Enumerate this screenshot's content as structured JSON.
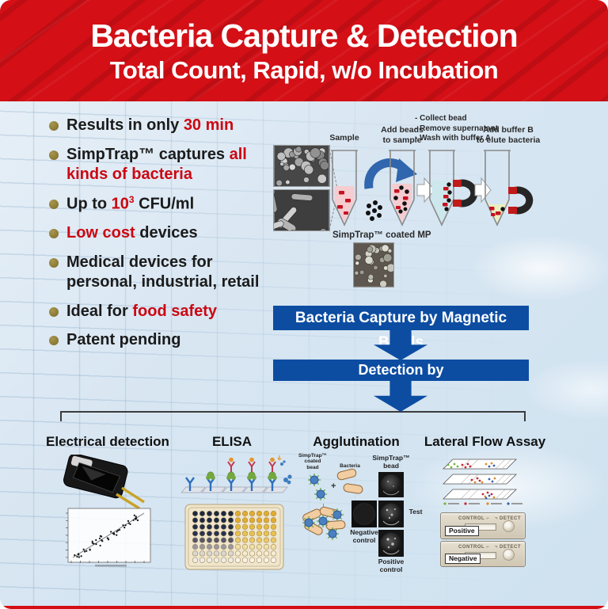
{
  "header": {
    "title": "Bacteria Capture & Detection",
    "subtitle": "Total Count, Rapid, w/o Incubation"
  },
  "bullets": {
    "b1": {
      "a": "Results in only ",
      "b": "30 min"
    },
    "b2": {
      "a": "SimpTrap™ captures ",
      "b": "all kinds of bacteria"
    },
    "b3": {
      "a": "Up to ",
      "b": "10",
      "c": "3",
      "d": " CFU/ml"
    },
    "b4": {
      "a": "Low cost",
      "b": " devices"
    },
    "b5": {
      "a": "Medical devices for personal, industrial, retail"
    },
    "b6": {
      "a": "Ideal for ",
      "b": "food safety"
    },
    "b7": {
      "a": "Patent pending"
    }
  },
  "capture": {
    "step1_label": "Sample",
    "step2_label": "Add beads\nto sample",
    "step3_label": "- Collect bead\n- Remove supernatant\n- Wash with buffer A",
    "step4_label": "Add buffer B\nto elute bacteria",
    "coated_mp_label": "SimpTrap™ coated MP"
  },
  "flow": {
    "banner1": "Bacteria Capture by Magnetic Beads",
    "banner2": "Detection by"
  },
  "detection": {
    "electrical": {
      "title": "Electrical detection"
    },
    "elisa": {
      "title": "ELISA"
    },
    "agglutination": {
      "title": "Agglutination",
      "coated_bead_label": "SimpTrap™ coated\nbead",
      "bacteria_label": "Bacteria",
      "bead_photo_label": "SimpTrap™\nbead",
      "test_label": "Test",
      "negative_label": "Negative\ncontrol",
      "positive_label": "Positive\ncontrol"
    },
    "lfa": {
      "title": "Lateral Flow Assay",
      "control_text": "CONTROL",
      "detect_text": "DETECT",
      "positive_label": "Positive",
      "negative_label": "Negative"
    }
  },
  "colors": {
    "header_red": "#d40f16",
    "accent_red": "#cc0711",
    "banner_blue": "#0c4da2",
    "bullet_olive": "#8e7c33"
  }
}
